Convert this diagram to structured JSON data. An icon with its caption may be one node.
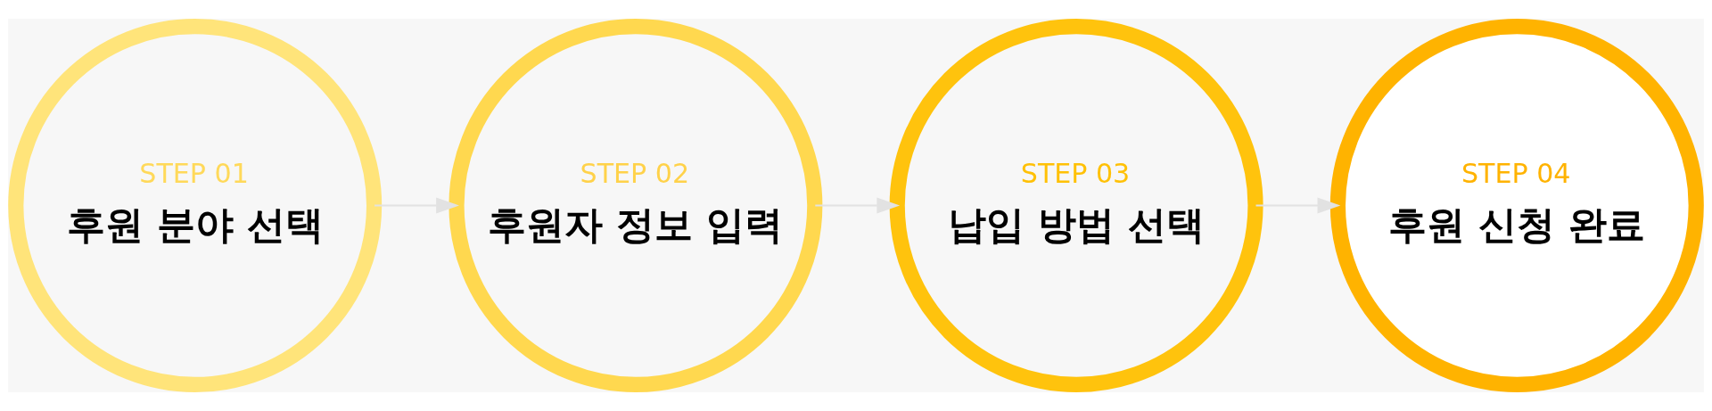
{
  "diagram": {
    "nodes": [
      {
        "text": [
          "STEP 01",
          "후원 분야 선택"
        ]
      },
      {
        "text": [
          "STEP 02",
          "후원자 정보 입력"
        ]
      },
      {
        "text": [
          "STEP 03",
          "납입 방법 선택"
        ]
      },
      {
        "text": [
          "STEP 04",
          "후원 신청 완료"
        ]
      }
    ],
    "edges": [
      {
        "from": 0,
        "to": 1,
        "arrow": "to"
      },
      {
        "from": 1,
        "to": 2,
        "arrow": "to"
      },
      {
        "from": 2,
        "to": 3,
        "arrow": "to"
      }
    ]
  }
}
